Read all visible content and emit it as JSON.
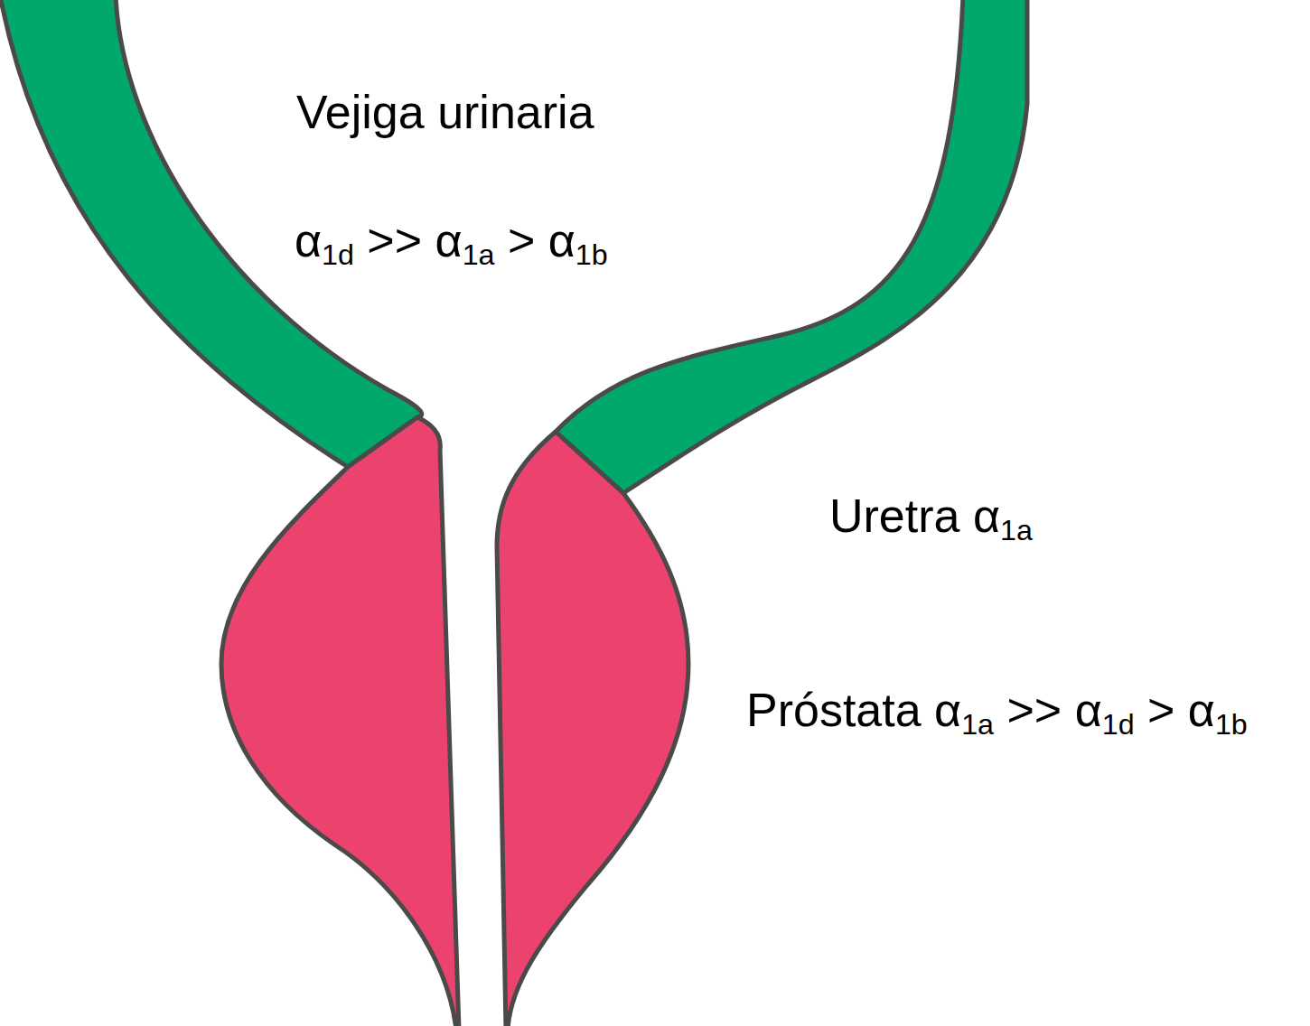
{
  "diagram": {
    "labels": [
      "Vejiga urinaria",
      "α1d >> α1a > α1b",
      "Uretra α1a",
      "Próstata α1a >> α1d > α1b"
    ]
  }
}
